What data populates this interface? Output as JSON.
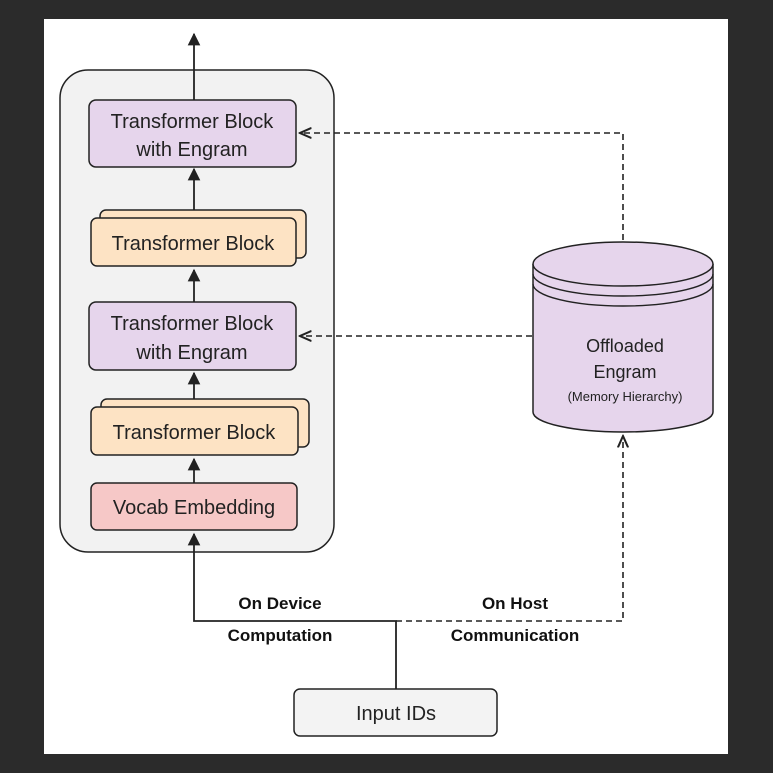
{
  "colors": {
    "page_background": "#2b2b2b",
    "canvas": "#ffffff",
    "stack_container": "#f2f2f2",
    "engram_block": "#e6d5ec",
    "transformer_block": "#fde3c4",
    "embedding_block": "#f6c8c7",
    "storage": "#e6d5ec",
    "input_box": "#f3f3f3",
    "stroke": "#222222"
  },
  "blocks": {
    "engram_top": {
      "line1": "Transformer Block",
      "line2": "with Engram"
    },
    "transformer_top": {
      "label": "Transformer Block"
    },
    "engram_mid": {
      "line1": "Transformer Block",
      "line2": "with Engram"
    },
    "transformer_bottom": {
      "label": "Transformer Block"
    },
    "embedding": {
      "label": "Vocab Embedding"
    }
  },
  "storage": {
    "line1": "Offloaded",
    "line2": "Engram",
    "line3": "(Memory Hierarchy)"
  },
  "input": {
    "label": "Input IDs"
  },
  "labels": {
    "device_line1": "On Device",
    "device_line2": "Computation",
    "host_line1": "On Host",
    "host_line2": "Communication"
  }
}
